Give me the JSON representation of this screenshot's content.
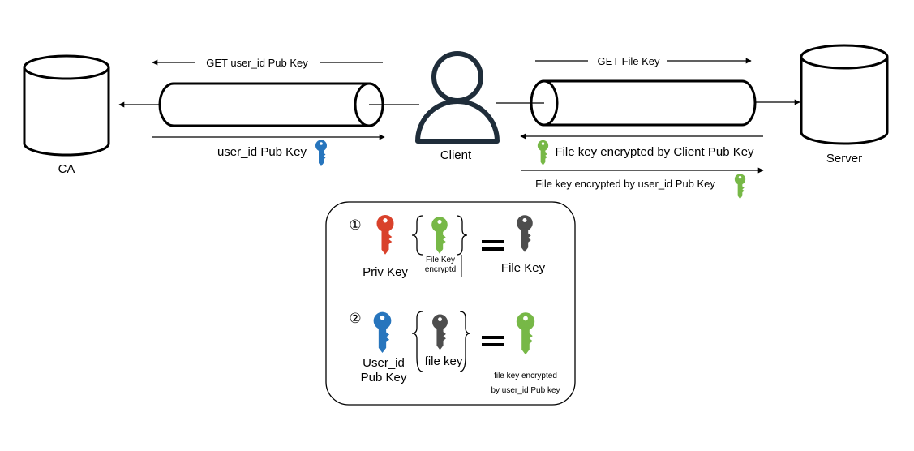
{
  "nodes": {
    "ca": "CA",
    "client": "Client",
    "server": "Server"
  },
  "flows": {
    "get_user_id_pub_key": "GET user_id Pub Key",
    "user_id_pub_key": "user_id Pub Key",
    "get_file_key": "GET File Key",
    "file_key_enc_client": "File key encrypted by Client Pub Key",
    "file_key_enc_user_id": "File key encrypted by user_id Pub Key"
  },
  "legend": {
    "step1": {
      "number": "①",
      "left_label": "Priv Key",
      "bracket_label_1": "File Key",
      "bracket_label_2": "encryptd",
      "result_label": "File Key"
    },
    "step2": {
      "number": "②",
      "left_label_1": "User_id",
      "left_label_2": "Pub Key",
      "bracket_label": "file key",
      "result_label_1": "file key encrypted",
      "result_label_2": "by user_id Pub key"
    }
  },
  "colors": {
    "stroke": "#000000",
    "key_blue": "#2775bd",
    "key_green": "#77b847",
    "key_red": "#d9412b",
    "key_dark": "#4d4d4d"
  },
  "icons": {
    "user": "user-icon",
    "key": "key-icon",
    "database": "database-icon"
  }
}
